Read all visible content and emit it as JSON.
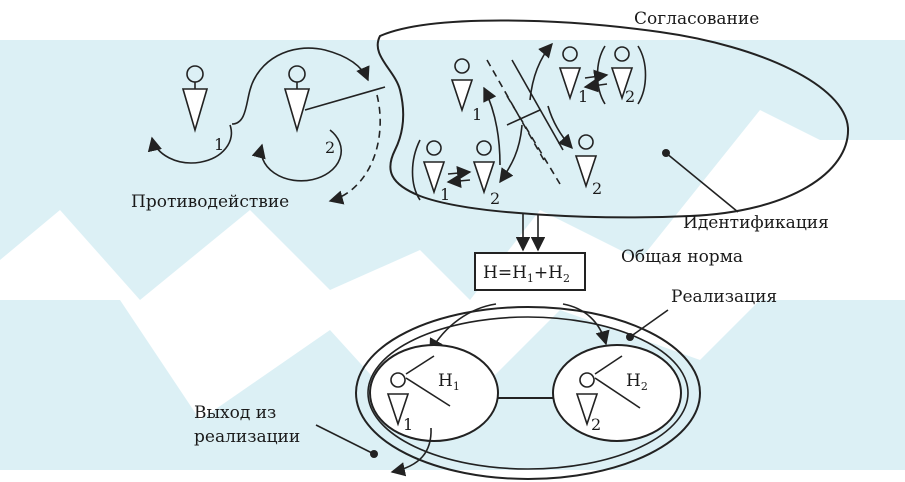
{
  "labels": {
    "agreement": "Согласование",
    "counteraction": "Противодействие",
    "identification": "Идентификация",
    "common_norm": "Общая норма",
    "realization": "Реализация",
    "exit_line1": "Выход из",
    "exit_line2": "реализации"
  },
  "formula": {
    "lhs": "Н=Н",
    "sub1": "1",
    "plus": "+Н",
    "sub2": "2"
  },
  "actors": {
    "n1": "1",
    "n2": "2"
  },
  "norms": {
    "h1": "Н",
    "h1_sub": "1",
    "h2": "Н",
    "h2_sub": "2"
  }
}
